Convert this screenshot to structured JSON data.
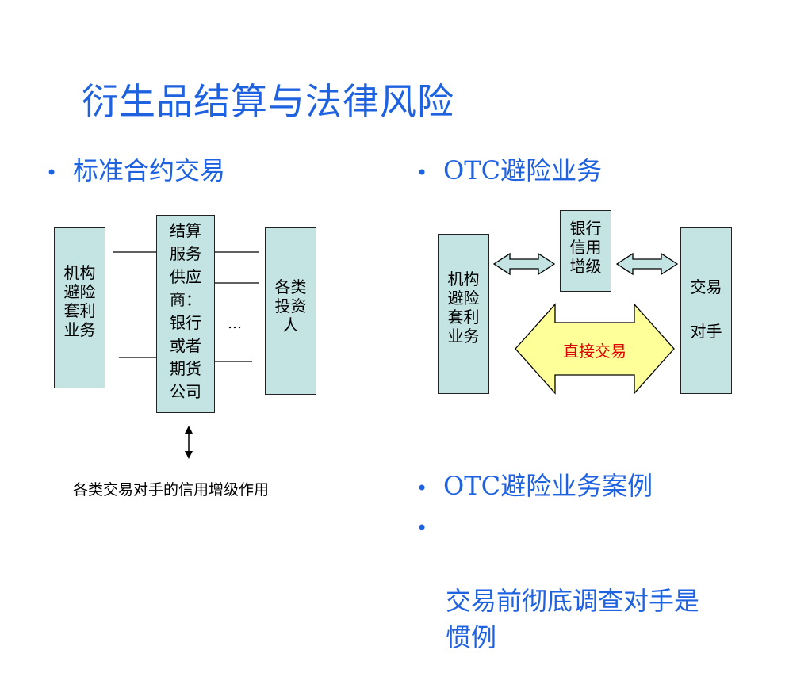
{
  "title": "衍生品结算与法律风险",
  "left": {
    "bullet": "标准合约交易",
    "box_institution": "机构\n避险\n套利\n业务",
    "box_clearing": "结算\n服务\n供应\n商：\n银行\n或者\n期货\n公司",
    "box_investors": "各类\n投资\n人",
    "ellipsis": "…",
    "caption": "各类交易对手的信用增级作用"
  },
  "right": {
    "bullet": "OTC避险业务",
    "box_institution": "机构\n避险\n套利\n业务",
    "box_bank": "银行\n信用\n增级",
    "box_counterparty": "交易\n\n对手",
    "direct_label": "直接交易",
    "bullets2": [
      "OTC避险业务案例",
      "交易前彻底调查对手是\n惯例"
    ]
  },
  "colors": {
    "title": "#1f62e0",
    "box_fill": "#c4e4e4",
    "arrow_fill": "#ffff99",
    "direct_label": "#e00000"
  }
}
